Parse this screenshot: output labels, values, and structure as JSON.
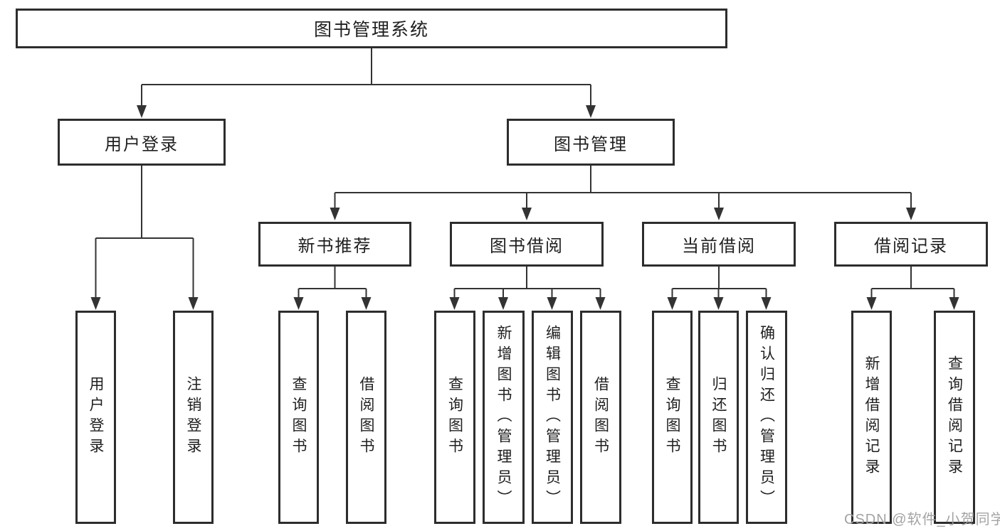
{
  "diagram_type": "tree",
  "title": "图书管理系统",
  "nodes": {
    "root": "图书管理系统",
    "level2": {
      "user_login": "用户登录",
      "book_mgmt": "图书管理"
    },
    "level3": {
      "new_book_rec": "新书推荐",
      "book_borrow": "图书借阅",
      "current_borrow": "当前借阅",
      "borrow_record": "借阅记录"
    },
    "leaves": {
      "user_login": "用户登录",
      "logout": "注销登录",
      "rec_query_book": "查询图书",
      "rec_borrow_book": "借阅图书",
      "bb_query_book": "查询图书",
      "bb_add_book": "新增图书（管理员）",
      "bb_edit_book": "编辑图书（管理员）",
      "bb_borrow_book": "借阅图书",
      "cb_query_book": "查询图书",
      "cb_return_book": "归还图书",
      "cb_confirm_return": "确认归还（管理员）",
      "br_add_record": "新增借阅记录",
      "br_query_record": "查询借阅记录"
    }
  },
  "tree": {
    "图书管理系统": {
      "用户登录": [
        "用户登录",
        "注销登录"
      ],
      "图书管理": {
        "新书推荐": [
          "查询图书",
          "借阅图书"
        ],
        "图书借阅": [
          "查询图书",
          "新增图书（管理员）",
          "编辑图书（管理员）",
          "借阅图书"
        ],
        "当前借阅": [
          "查询图书",
          "归还图书",
          "确认归还（管理员）"
        ],
        "借阅记录": [
          "新增借阅记录",
          "查询借阅记录"
        ]
      }
    }
  },
  "watermark": "CSDN @软件_小贺同学",
  "colors": {
    "line": "#333333",
    "box_border": "#2d2d2d",
    "box_background": "#ffffff",
    "text": "#1f1f1f",
    "watermark": "#9e9e9e",
    "background": "#ffffff"
  }
}
